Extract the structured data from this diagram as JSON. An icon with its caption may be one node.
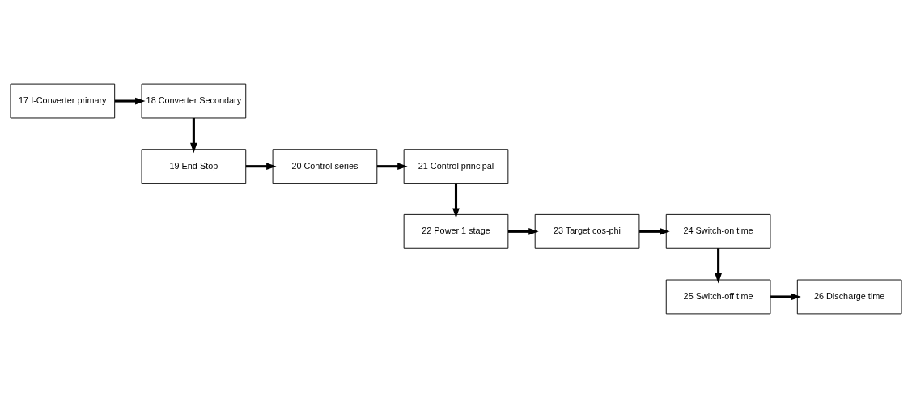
{
  "diagram": {
    "nodes": [
      {
        "text": [
          "17 I-Converter primary"
        ]
      },
      {
        "text": [
          "18 Converter Secondary"
        ]
      },
      {
        "text": [
          "19 End Stop"
        ]
      },
      {
        "text": [
          "20 Control series"
        ]
      },
      {
        "text": [
          "21 Control principal"
        ]
      },
      {
        "text": [
          "22 Power 1 stage"
        ]
      },
      {
        "text": [
          "23 Target cos-phi"
        ]
      },
      {
        "text": [
          "24 Switch-on time"
        ]
      },
      {
        "text": [
          "25 Switch-off time"
        ]
      },
      {
        "text": [
          "26 Discharge time"
        ]
      }
    ],
    "edges": [
      {
        "from": 0,
        "to": 1,
        "arrow": "to"
      },
      {
        "from": 1,
        "to": 2,
        "arrow": "to"
      },
      {
        "from": 2,
        "to": 3,
        "arrow": "to"
      },
      {
        "from": 3,
        "to": 4,
        "arrow": "to"
      },
      {
        "from": 4,
        "to": 5,
        "arrow": "to"
      },
      {
        "from": 5,
        "to": 6,
        "arrow": "to"
      },
      {
        "from": 6,
        "to": 7,
        "arrow": "to"
      },
      {
        "from": 7,
        "to": 8,
        "arrow": "to"
      },
      {
        "from": 8,
        "to": 9,
        "arrow": "to"
      }
    ]
  }
}
